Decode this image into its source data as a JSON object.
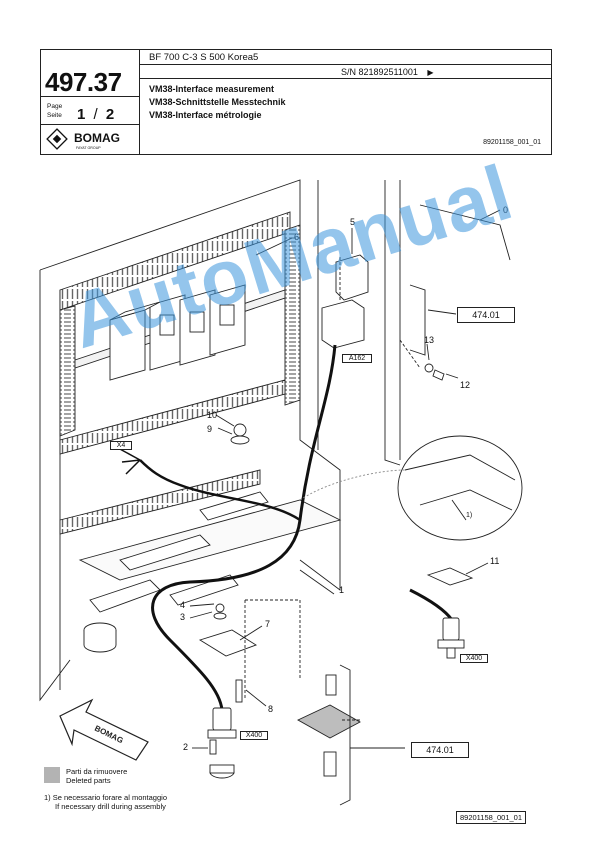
{
  "header": {
    "part_number": "497.37",
    "model": "BF 700 C-3 S 500 Korea5",
    "serial_label": "S/N 821892511001",
    "serial_arrow": "▶",
    "page_label_it": "Page",
    "page_label_de": "Seite",
    "page_current": "1",
    "page_sep": "/",
    "page_total": "2",
    "brand": "BOMAG",
    "brand_sub": "FAYAT GROUP",
    "titles": [
      "VM38-Interface measurement",
      "VM38-Schnittstelle Messtechnik",
      "VM38-Interface métrologie"
    ],
    "drawing_ref": "89201158_001_01"
  },
  "diagram": {
    "callouts": [
      "0",
      "1",
      "2",
      "3",
      "4",
      "5",
      "6",
      "7",
      "8",
      "9",
      "10",
      "11",
      "12",
      "13",
      "1)"
    ],
    "connectors": [
      "X4",
      "A162",
      "X400",
      "X400"
    ],
    "ref_boxes": [
      "474.01",
      "474.01"
    ],
    "arrow_brand": "BOMAG"
  },
  "legend": {
    "deleted_it": "Parti da rimuovere",
    "deleted_en": "Deleted parts",
    "note_it": "1) Se necessario forare al montaggio",
    "note_en": "If necessary drill during assembly"
  },
  "footer": {
    "drawing_ref": "89201158_001_01"
  },
  "watermark": "AutoManual"
}
